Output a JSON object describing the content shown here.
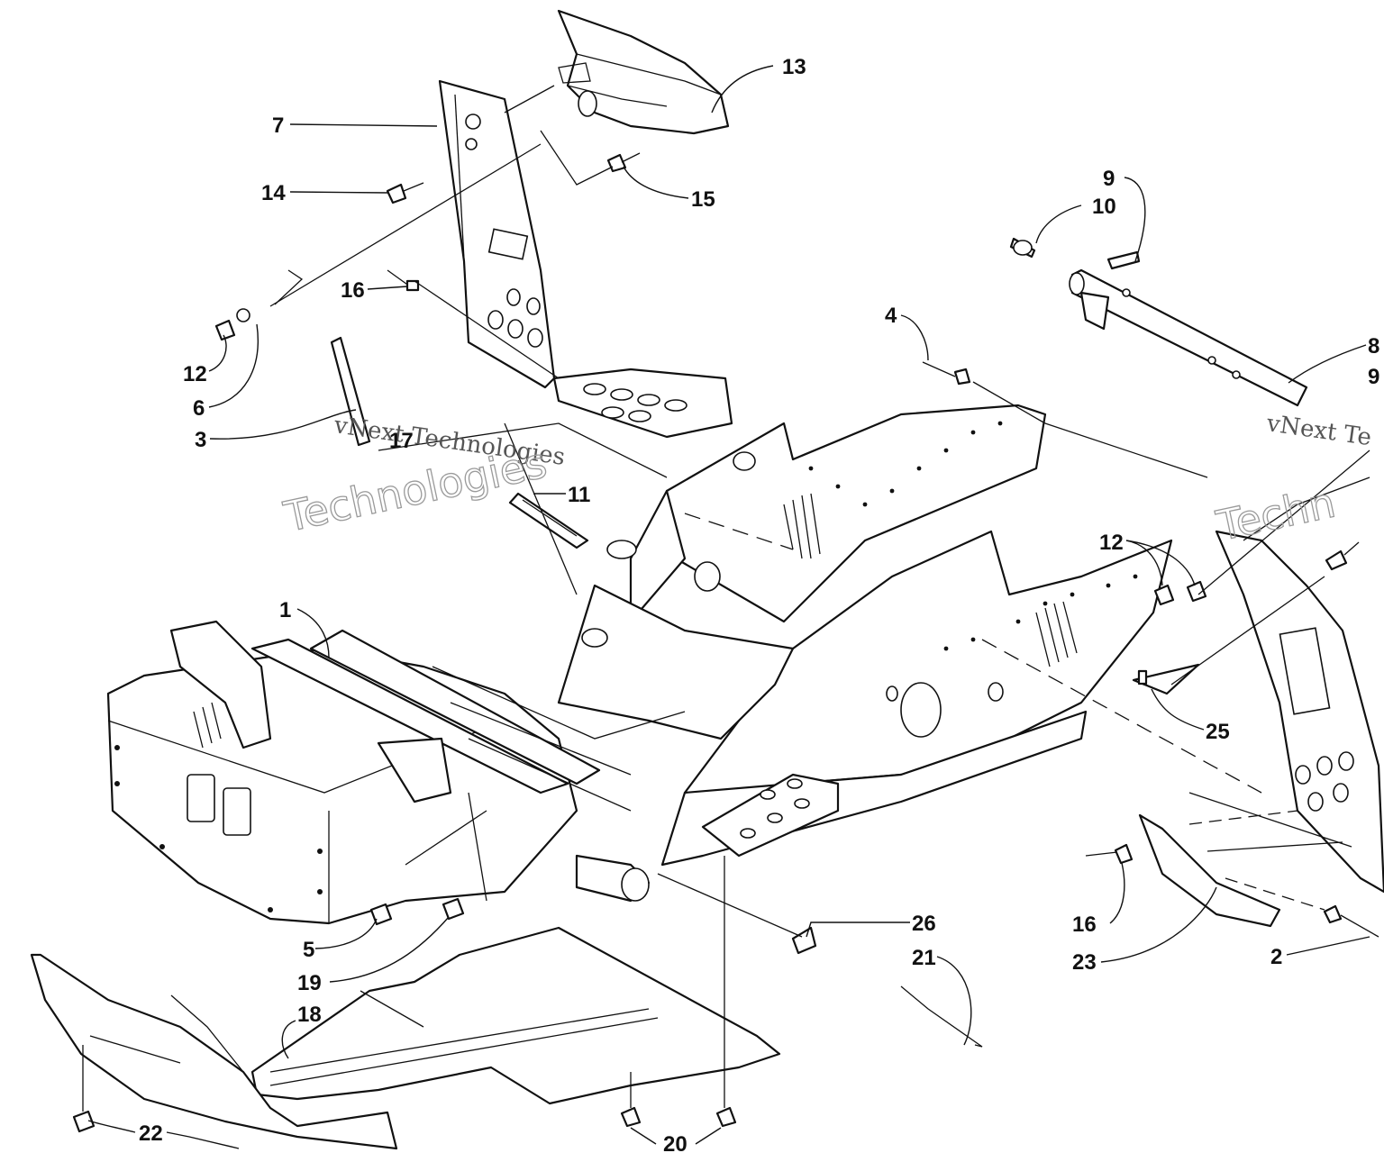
{
  "diagram": {
    "callouts": [
      {
        "id": "c13",
        "label": "13"
      },
      {
        "id": "c7",
        "label": "7"
      },
      {
        "id": "c14",
        "label": "14"
      },
      {
        "id": "c15",
        "label": "15"
      },
      {
        "id": "c16a",
        "label": "16"
      },
      {
        "id": "c12a",
        "label": "12"
      },
      {
        "id": "c6",
        "label": "6"
      },
      {
        "id": "c3",
        "label": "3"
      },
      {
        "id": "c17",
        "label": "17"
      },
      {
        "id": "c11",
        "label": "11"
      },
      {
        "id": "c9a",
        "label": "9"
      },
      {
        "id": "c10",
        "label": "10"
      },
      {
        "id": "c4",
        "label": "4"
      },
      {
        "id": "c8",
        "label": "8"
      },
      {
        "id": "c9b",
        "label": "9"
      },
      {
        "id": "c12b",
        "label": "12"
      },
      {
        "id": "c25",
        "label": "25"
      },
      {
        "id": "c1",
        "label": "1"
      },
      {
        "id": "c5",
        "label": "5"
      },
      {
        "id": "c19",
        "label": "19"
      },
      {
        "id": "c26",
        "label": "26"
      },
      {
        "id": "c21",
        "label": "21"
      },
      {
        "id": "c18",
        "label": "18"
      },
      {
        "id": "c16b",
        "label": "16"
      },
      {
        "id": "c23",
        "label": "23"
      },
      {
        "id": "c2",
        "label": "2"
      },
      {
        "id": "c22",
        "label": "22"
      },
      {
        "id": "c20",
        "label": "20"
      }
    ],
    "watermarks": [
      {
        "id": "w1",
        "line1": "vNext Technologies",
        "line2": "Technologies"
      },
      {
        "id": "w2",
        "line1": "vNext Te",
        "line2": "Techn"
      }
    ]
  }
}
